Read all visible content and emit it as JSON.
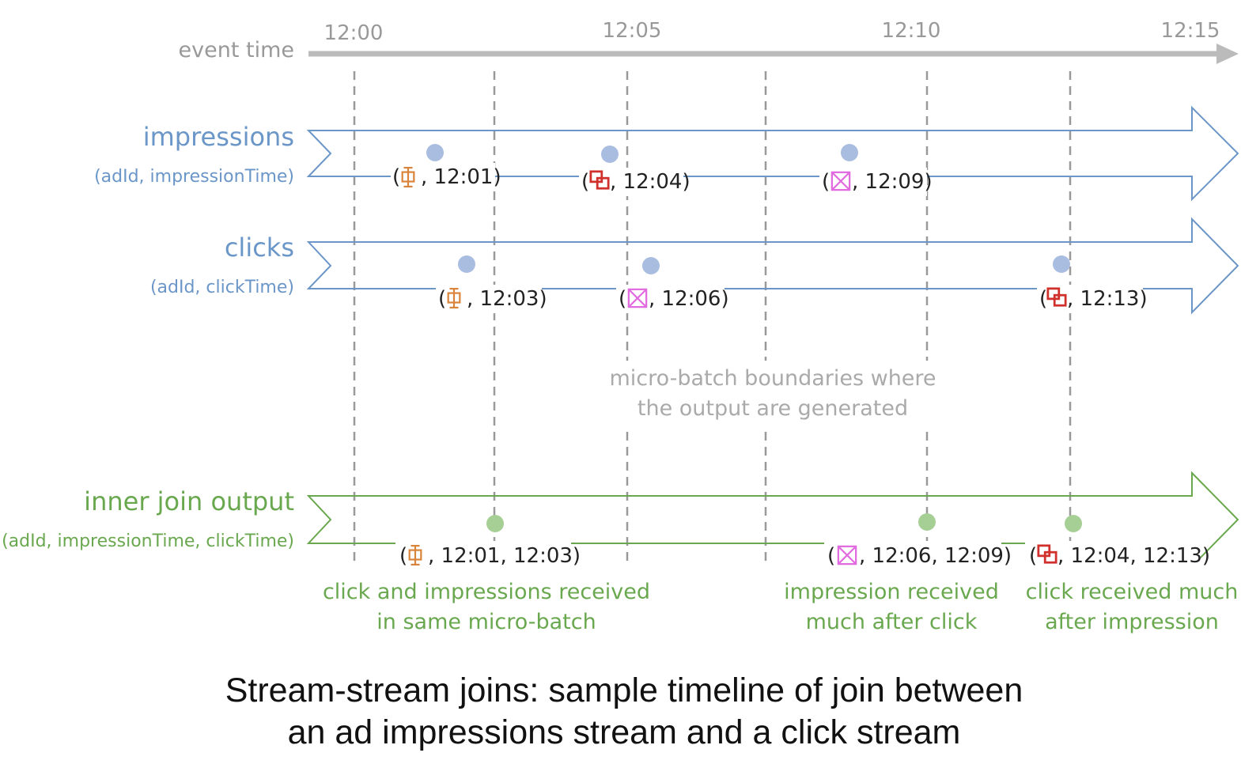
{
  "axis": {
    "label": "event time",
    "ticks": [
      "12:00",
      "12:05",
      "12:10",
      "12:15"
    ]
  },
  "streams": {
    "impressions": {
      "title": "impressions",
      "subtitle": "(adId, impressionTime)",
      "events": [
        {
          "ad": "orange",
          "text": "12:01)"
        },
        {
          "ad": "red",
          "text": "12:04)"
        },
        {
          "ad": "pink",
          "text": "12:09)"
        }
      ]
    },
    "clicks": {
      "title": "clicks",
      "subtitle": "(adId, clickTime)",
      "events": [
        {
          "ad": "orange",
          "text": "12:03)"
        },
        {
          "ad": "pink",
          "text": "12:06)"
        },
        {
          "ad": "red",
          "text": "12:13)"
        }
      ]
    },
    "join": {
      "title": "inner join output",
      "subtitle": "(adId, impressionTime,  clickTime)",
      "events": [
        {
          "ad": "orange",
          "text": "12:01, 12:03)"
        },
        {
          "ad": "pink",
          "text": "12:06, 12:09)"
        },
        {
          "ad": "red",
          "text": "12:04, 12:13)"
        }
      ]
    }
  },
  "notes": {
    "microbatch": [
      "micro-batch boundaries where",
      "the output are generated"
    ],
    "same_batch": [
      "click and impressions received",
      "in same micro-batch"
    ],
    "impression_late": [
      "impression received",
      "much after click"
    ],
    "click_late": [
      "click received much",
      "after impression"
    ]
  },
  "caption": [
    "Stream-stream joins: sample timeline of join between",
    "an ad impressions stream and a click stream"
  ],
  "colors": {
    "stream_blue": "#6b96c8",
    "dot_blue": "#a9bde0",
    "join_green": "#6aa84f",
    "dot_green": "#a6cf95",
    "axis_gray": "#bbbbbb",
    "ad_orange": "#d9843b",
    "ad_red": "#d0312d",
    "ad_pink": "#e26ae0"
  }
}
